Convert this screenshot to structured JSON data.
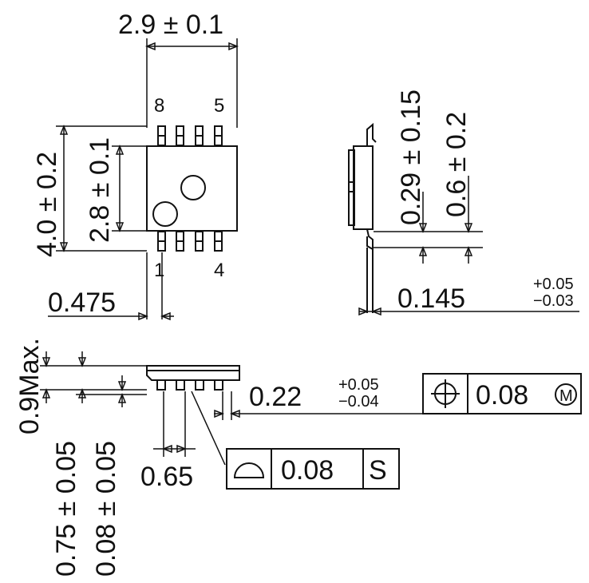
{
  "top_view": {
    "width_dim": "2.9 ± 0.1",
    "height_dim": "4.0 ± 0.2",
    "body_dim": "2.8 ± 0.1",
    "pin_8": "8",
    "pin_5": "5",
    "pin_1": "1",
    "pin_4": "4",
    "pin_offset": "0.475"
  },
  "side_view": {
    "lead_thickness": "0.29 ± 0.15",
    "foot_length": "0.6 ± 0.2",
    "lead_pitch_base": "0.145",
    "lead_pitch_tol_plus": "+0.05",
    "lead_pitch_tol_minus": "−0.03"
  },
  "front_view": {
    "max_height": "0.9Max.",
    "body_height": "0.75 ± 0.05",
    "standoff": "0.08 ± 0.05",
    "lead_width_base": "0.22",
    "lead_width_tol_plus": "+0.05",
    "lead_width_tol_minus": "−0.04",
    "position_tol": "0.08",
    "position_modifier": "M",
    "pitch": "0.65",
    "flatness_tol": "0.08",
    "flatness_datum": "S"
  }
}
